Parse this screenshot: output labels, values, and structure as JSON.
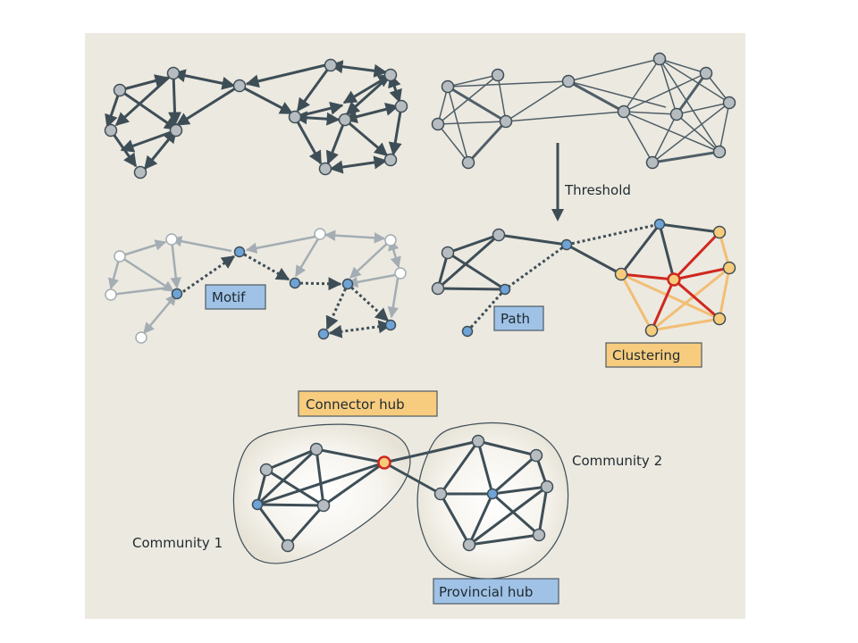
{
  "labels": {
    "threshold": "Threshold",
    "motif": "Motif",
    "path": "Path",
    "clustering": "Clustering",
    "connector_hub": "Connector hub",
    "provincial_hub": "Provincial hub",
    "community_1": "Community 1",
    "community_2": "Community 2"
  },
  "colors": {
    "panel_bg": "#ece9e0",
    "edge_dark": "#3e4e57",
    "edge_light": "#9aa4aa",
    "node_grey": "#b7bcc0",
    "node_blue": "#6fa3d6",
    "node_orange": "#f6cc7c",
    "edge_red": "#d0281f",
    "edge_orange": "#f2be75",
    "label_blue": "#9fc2e6",
    "label_orange": "#f7cc7e"
  }
}
